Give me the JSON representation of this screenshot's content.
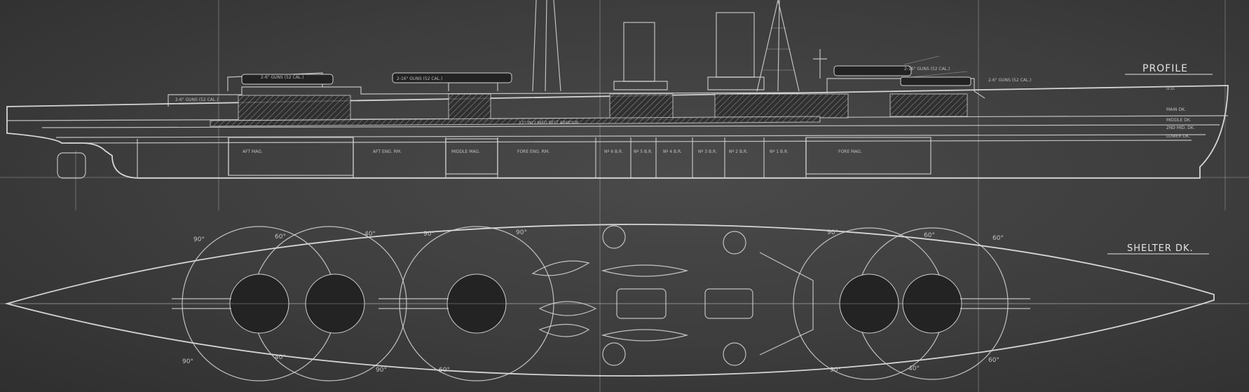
{
  "labels": {
    "profile": "PROFILE",
    "shelter_deck": "SHELTER DK.",
    "belt": "12\" INCLINED BELT ARMOUR"
  },
  "deck_labels": [
    "U.D.",
    "MAIN DK.",
    "MIDDLE DK.",
    "2ND MID. DK.",
    "LOWER DK."
  ],
  "compartments": [
    "AFT MAG.",
    "AFT ENG. RM.",
    "MIDDLE MAG.",
    "FORE ENG. RM.",
    "Nº 6 B.R.",
    "Nº 5 B.R.",
    "Nº 4 B.R.",
    "Nº 3 B.R.",
    "Nº 2 B.R.",
    "Nº 1 B.R.",
    "FORE MAG."
  ],
  "gun_labels": {
    "aft_upper": "2-6\" GUNS (52 CAL.)",
    "aft_main": "2-6\" GUNS (52 CAL.)",
    "aft_mid": "2-16\" GUNS (52 CAL.)",
    "fwd_upper": "2-16\" GUNS (52 CAL.)",
    "fwd_small": "2-6\" GUNS (52 CAL.)"
  },
  "arc_degrees": [
    "90°",
    "60°",
    "40°",
    "90°",
    "90°",
    "90°",
    "60°",
    "60°",
    "90°",
    "40°",
    "90°",
    "60°",
    "90°",
    "40°",
    "60°"
  ]
}
